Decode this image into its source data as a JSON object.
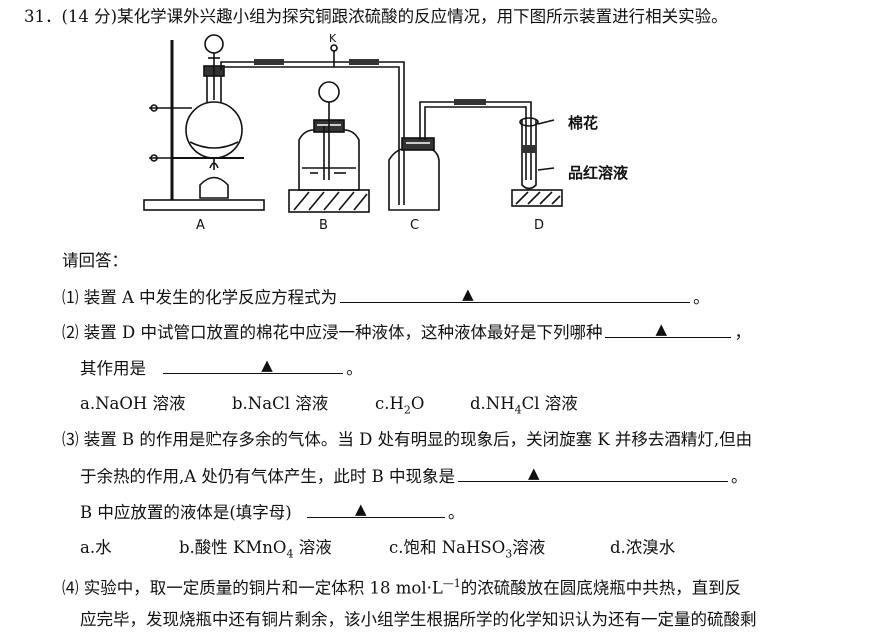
{
  "q_number": "31．",
  "q_marks": "(14 分)",
  "q_stem": "某化学课外兴趣小组为探究铜跟浓硫酸的反应情况，用下图所示装置进行相关实验。",
  "figure": {
    "labels": [
      "A",
      "B",
      "C",
      "D"
    ],
    "valve_label": "K",
    "cotton_label": "棉花",
    "solution_label": "品红溶液"
  },
  "prompt": "请回答：",
  "blank_mark": "▲",
  "q1": {
    "num": "⑴",
    "text": "装置 A 中发生的化学反应方程式为",
    "end": "。"
  },
  "q2": {
    "num": "⑵",
    "text": "装置 D 中试管口放置的棉花中应浸一种液体，这种液体最好是下列哪种",
    "end": "，",
    "line2": "其作用是",
    "line2_end": "。",
    "options": [
      "a.NaOH 溶液",
      "b.NaCl 溶液",
      "c.H",
      "2",
      "O",
      "d.NH",
      "4",
      "Cl 溶液"
    ]
  },
  "q3": {
    "num": "⑶",
    "text": "装置 B 的作用是贮存多余的气体。当 D 处有明显的现象后，关闭旋塞 K 并移去酒精灯,但由",
    "line2": "于余热的作用,A 处仍有气体产生，此时 B 中现象是",
    "line2_end": "。",
    "line3": "B 中应放置的液体是(填字母)",
    "line3_end": "。",
    "options": [
      "a.水",
      "b.酸性 KMnO",
      "4",
      "溶液",
      "c.饱和 NaHSO",
      "3",
      "溶液",
      "d.浓溴水"
    ]
  },
  "q4": {
    "num": "⑷",
    "text_a": "实验中，取一定质量的铜片和一定体积 18 mol·L",
    "sup": "—1",
    "text_b": "的浓硫酸放在圆底烧瓶中共热，直到反",
    "line2": "应完毕，发现烧瓶中还有铜片剩余，该小组学生根据所学的化学知识认为还有一定量的硫酸剩"
  }
}
